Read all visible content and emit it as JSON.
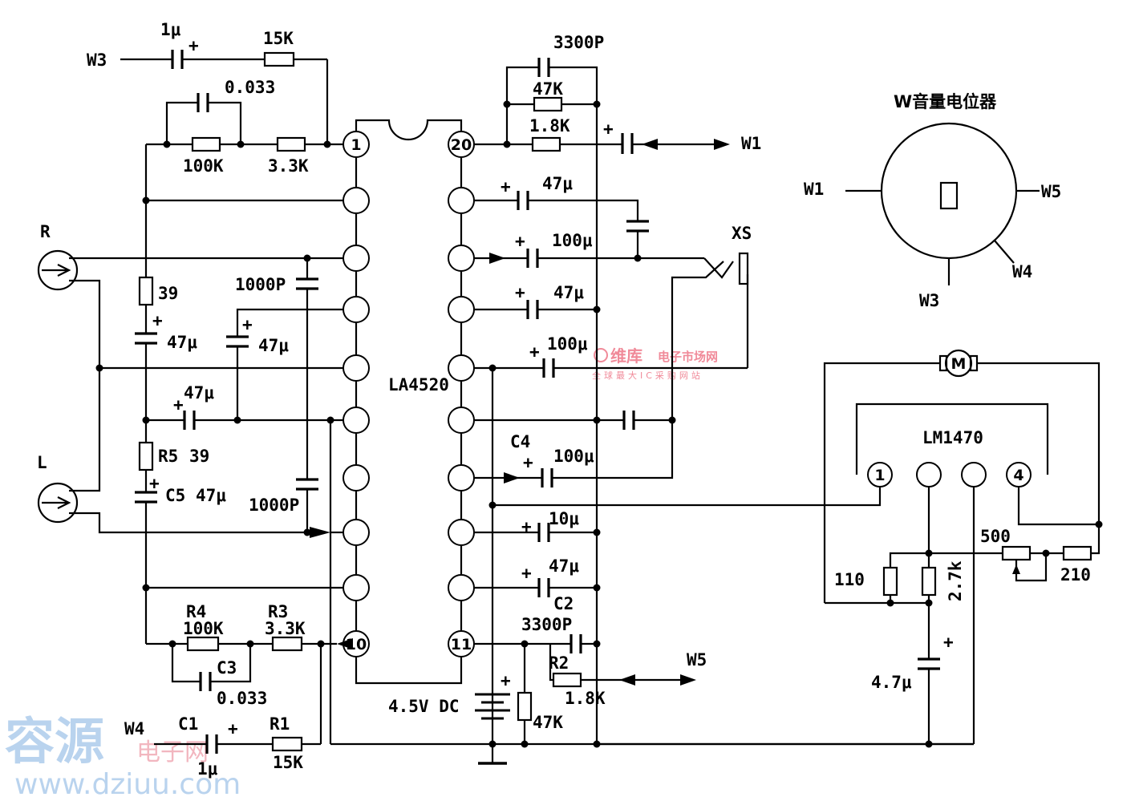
{
  "ic_main": {
    "label": "LA4520",
    "pins": {
      "p1": "1",
      "p10": "10",
      "p11": "11",
      "p20": "20"
    }
  },
  "ic_motor": {
    "label": "LM1470",
    "pins": {
      "p1": "1",
      "p4": "4"
    }
  },
  "motor": {
    "label": "M"
  },
  "pot": {
    "title": "W音量电位器",
    "terminals": {
      "w1": "W1",
      "w3": "W3",
      "w4": "W4",
      "w5": "W5"
    }
  },
  "terminals": {
    "w3": "W3",
    "w1": "W1",
    "w5": "W5",
    "w4": "W4",
    "xs": "XS",
    "r": "R",
    "l": "L"
  },
  "labels": {
    "c_1u_top": "1μ",
    "r_15k_top": "15K",
    "c_0033_top": "0.033",
    "r_100k_top": "100K",
    "r_33k_top": "3.3K",
    "c_3300p_top": "3300P",
    "r_47k_top": "47K",
    "r_18k_top": "1.8K",
    "c_47u_a": "47μ",
    "c_100u_a": "100μ",
    "c_47u_b": "47μ",
    "c_100u_b": "100μ",
    "c4": "C4",
    "c4_val": "100μ",
    "c_10u": "10μ",
    "c2_val": "47μ",
    "c2": "C2",
    "c_3300p_bot": "3300P",
    "r2": "R2",
    "r2_val": "1.8K",
    "dc": "4.5V DC",
    "r_47k_bot": "47K",
    "r_39": "39",
    "c_47u_l1": "47μ",
    "c_1000p_a": "1000P",
    "c_47u_l2": "47μ",
    "c_47u_l3": "47μ",
    "r5": "R5",
    "r5_val": "39",
    "c5": "C5",
    "c5_val": "47μ",
    "c_1000p_b": "1000P",
    "r4": "R4",
    "r4_val": "100K",
    "r3": "R3",
    "r3_val": "3.3K",
    "c3": "C3",
    "c3_val": "0.033",
    "c1": "C1",
    "c1_val": "1μ",
    "r1": "R1",
    "r1_val": "15K",
    "r_110": "110",
    "r_27k": "2.7k",
    "r_500": "500",
    "r_210": "210",
    "c_47u_m": "4.7μ",
    "plus": "+"
  },
  "watermarks": {
    "brand_cn": "容源",
    "brand_sub": "电子网",
    "url": "www.dziuu.com",
    "logo_cn": "维库",
    "logo_sub": "电子市场网",
    "logo_tag": "全球最大IC采购网站"
  }
}
